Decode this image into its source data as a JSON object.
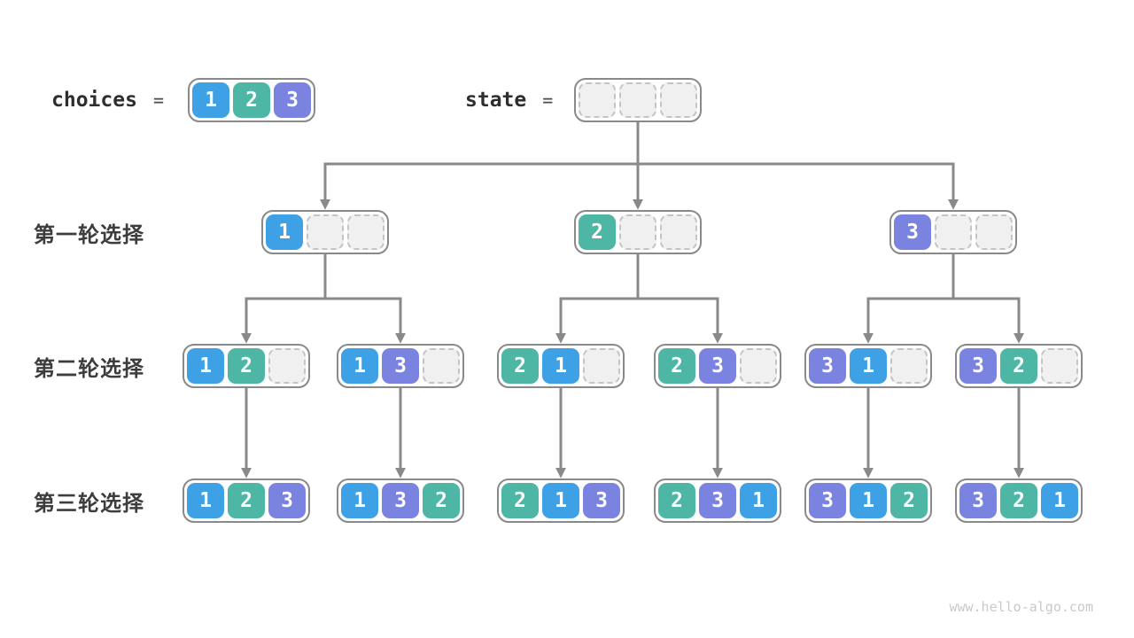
{
  "legend": {
    "choices_label": "choices",
    "equals_sign": "=",
    "state_label": "state",
    "choices_values": [
      "1",
      "2",
      "3"
    ],
    "state_values": [
      "",
      "",
      ""
    ]
  },
  "rows": [
    {
      "label": "第一轮选择",
      "nodes": [
        [
          "1",
          "",
          ""
        ],
        [
          "2",
          "",
          ""
        ],
        [
          "3",
          "",
          ""
        ]
      ]
    },
    {
      "label": "第二轮选择",
      "nodes": [
        [
          "1",
          "2",
          ""
        ],
        [
          "1",
          "3",
          ""
        ],
        [
          "2",
          "1",
          ""
        ],
        [
          "2",
          "3",
          ""
        ],
        [
          "3",
          "1",
          ""
        ],
        [
          "3",
          "2",
          ""
        ]
      ]
    },
    {
      "label": "第三轮选择",
      "nodes": [
        [
          "1",
          "2",
          "3"
        ],
        [
          "1",
          "3",
          "2"
        ],
        [
          "2",
          "1",
          "3"
        ],
        [
          "2",
          "3",
          "1"
        ],
        [
          "3",
          "1",
          "2"
        ],
        [
          "3",
          "2",
          "1"
        ]
      ]
    }
  ],
  "colors": {
    "value_1": "#3EA1E6",
    "value_2": "#4DB6A5",
    "value_3": "#7A84E0",
    "empty_cell_fill": "#F0F0F0",
    "empty_cell_border": "#C4C4C4",
    "container_border": "#898989",
    "arrow": "#898989",
    "label_text": "#3D3D3D",
    "cell_text": "#FFFFFF",
    "watermark_text": "#C9C9C9"
  },
  "watermark": "www.hello-algo.com"
}
